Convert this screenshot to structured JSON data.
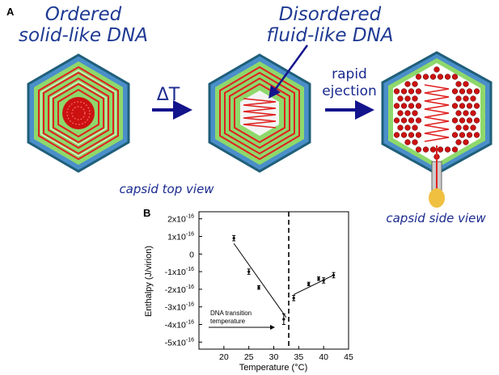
{
  "panel_a": {
    "label": "A",
    "ordered_title_line1": "Ordered",
    "ordered_title_line2": "solid-like DNA",
    "disordered_title_line1": "Disordered",
    "disordered_title_line2": "fluid-like DNA",
    "delta_t": "ΔT",
    "rapid_line1": "rapid",
    "rapid_line2": "ejection",
    "top_view_caption": "capsid top view",
    "side_view_caption": "capsid side view",
    "colors": {
      "arrow": "#14148c",
      "dna": "#e02020",
      "capsid_inner": "#8ed86b",
      "capsid_outer": "#4a8fc9",
      "nucleus": "#cc1111"
    }
  },
  "panel_b": {
    "label": "B",
    "transition_annotation_line1": "DNA transition",
    "transition_annotation_line2": "temperature",
    "ytick_mantissas": [
      "2x10",
      "1x10",
      "0",
      "-1x10",
      "-2x10",
      "-3x10",
      "-4x10",
      "-5x10"
    ],
    "ytick_exponent": "-16"
  },
  "chart_data": {
    "type": "scatter",
    "xlabel": "Temperature (°C)",
    "ylabel": "Enthalpy (J/virion)",
    "xlim": [
      15,
      45
    ],
    "ylim": [
      -5.4e-16,
      2.4e-16
    ],
    "xticks": [
      20,
      25,
      30,
      35,
      40,
      45
    ],
    "yticks": [
      2e-16,
      1e-16,
      0,
      -1e-16,
      -2e-16,
      -3e-16,
      -4e-16,
      -5e-16
    ],
    "transition_x": 33,
    "series": [
      {
        "x": [
          22,
          25,
          27,
          32
        ],
        "y": [
          9e-17,
          -1e-16,
          -1.9e-16,
          -3.7e-16
        ],
        "err": [
          1.5e-17,
          1.5e-17,
          1e-17,
          3e-17
        ]
      },
      {
        "x": [
          34,
          37,
          39,
          40,
          42
        ],
        "y": [
          -2.5e-16,
          -1.7e-16,
          -1.4e-16,
          -1.5e-16,
          -1.2e-16
        ],
        "err": [
          1.5e-17,
          1e-17,
          1e-17,
          1.5e-17,
          1.5e-17
        ]
      }
    ],
    "fits": [
      {
        "x": [
          22,
          32.5
        ],
        "y": [
          6e-17,
          -3.6e-16
        ]
      },
      {
        "x": [
          34,
          42
        ],
        "y": [
          -2.3e-16,
          -1.2e-16
        ]
      }
    ]
  }
}
